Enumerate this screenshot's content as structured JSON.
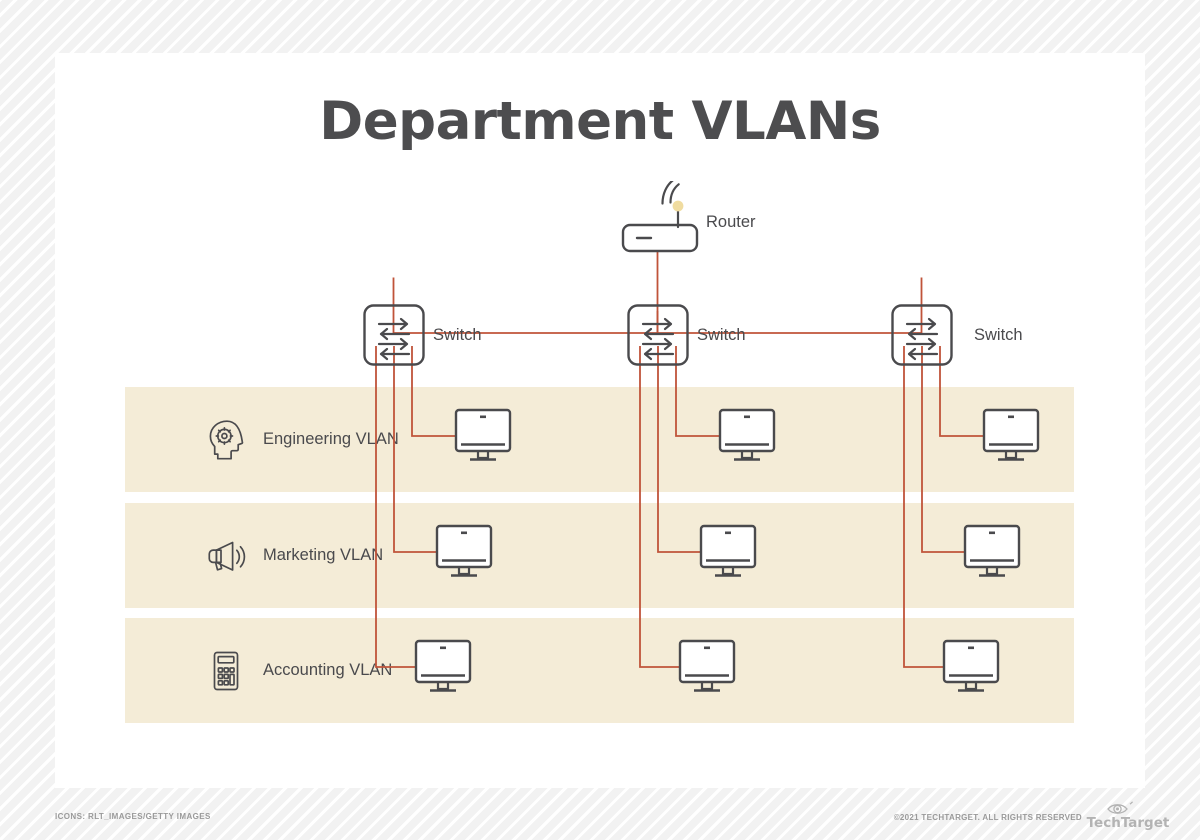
{
  "page": {
    "title": "Department VLANs",
    "background": "#f4f4f4",
    "card_background": "#ffffff",
    "title_color": "#4d4d4f"
  },
  "colors": {
    "band": "#f4ecd7",
    "wire": "#c0543a",
    "icon_stroke": "#4a4a4d",
    "accent_dot": "#f0dca0",
    "text": "#4a4a4d",
    "footer_text": "#9a9a9a"
  },
  "diagram": {
    "type": "network-topology",
    "router": {
      "label": "Router",
      "icon": "router-icon"
    },
    "switches": [
      {
        "label": "Switch",
        "icon": "switch-icon"
      },
      {
        "label": "Switch",
        "icon": "switch-icon"
      },
      {
        "label": "Switch",
        "icon": "switch-icon"
      }
    ],
    "vlans": [
      {
        "name": "Engineering VLAN",
        "icon": "head-gear-icon",
        "workstations": 3
      },
      {
        "name": "Marketing VLAN",
        "icon": "megaphone-icon",
        "workstations": 3
      },
      {
        "name": "Accounting VLAN",
        "icon": "calculator-icon",
        "workstations": 3
      }
    ],
    "workstation_icon": "desktop-monitor-icon",
    "description": "One router connects to three switches; each switch trunks down to one workstation in each of the three department VLANs."
  },
  "footer": {
    "credit": "ICONS: RLT_IMAGES/GETTY IMAGES",
    "copyright": "©2021 TECHTARGET. ALL RIGHTS RESERVED",
    "logo_text": "TechTarget",
    "logo_icon": "eye-icon"
  }
}
